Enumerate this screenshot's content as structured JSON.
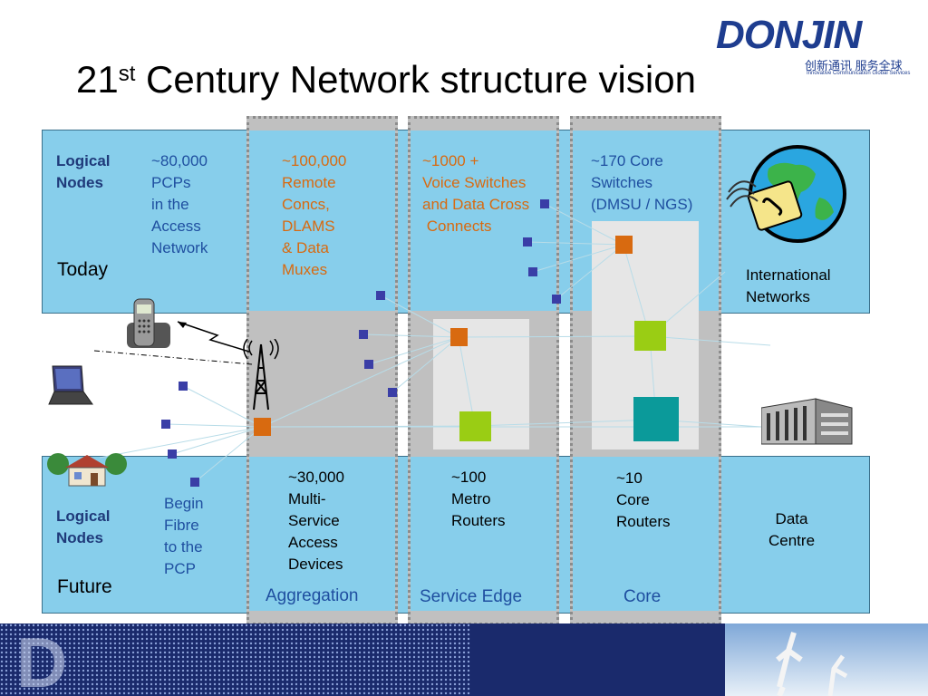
{
  "title": {
    "main": "21",
    "sup": "st",
    "rest": " Century Network structure vision"
  },
  "logo": {
    "word": "DONJIN",
    "cn": "创新通讯 服务全球",
    "tagline": "Innovative Communication Global Services"
  },
  "today": {
    "logical_nodes": "Logical\nNodes",
    "label": "Today",
    "access": "~80,000\nPCPs\nin the\nAccess\nNetwork",
    "remote": "~100,000\nRemote\nConcs,\nDLAMS\n& Data\nMuxes",
    "voice": "~1000 +\nVoice Switches\nand Data Cross\n Connects",
    "core": "~170 Core\nSwitches\n(DMSU / NGS)",
    "international": "International\nNetworks"
  },
  "future": {
    "logical_nodes": "Logical\nNodes",
    "label": "Future",
    "fibre": "Begin\nFibre\nto the\nPCP",
    "msad": "~30,000\nMulti-\nService\nAccess\nDevices",
    "metro": "~100\nMetro\nRouters",
    "core": "~10\nCore\nRouters",
    "datacentre": "Data\nCentre"
  },
  "columns": {
    "aggregation": "Aggregation",
    "service_edge": "Service Edge",
    "core": "Core"
  },
  "colors": {
    "band": "#87ceeb",
    "column": "#c0c0c0",
    "orange_node": "#d86a10",
    "green_node": "#9acd14",
    "teal_node": "#0b9a9a",
    "small_node": "#3a3ea6"
  }
}
